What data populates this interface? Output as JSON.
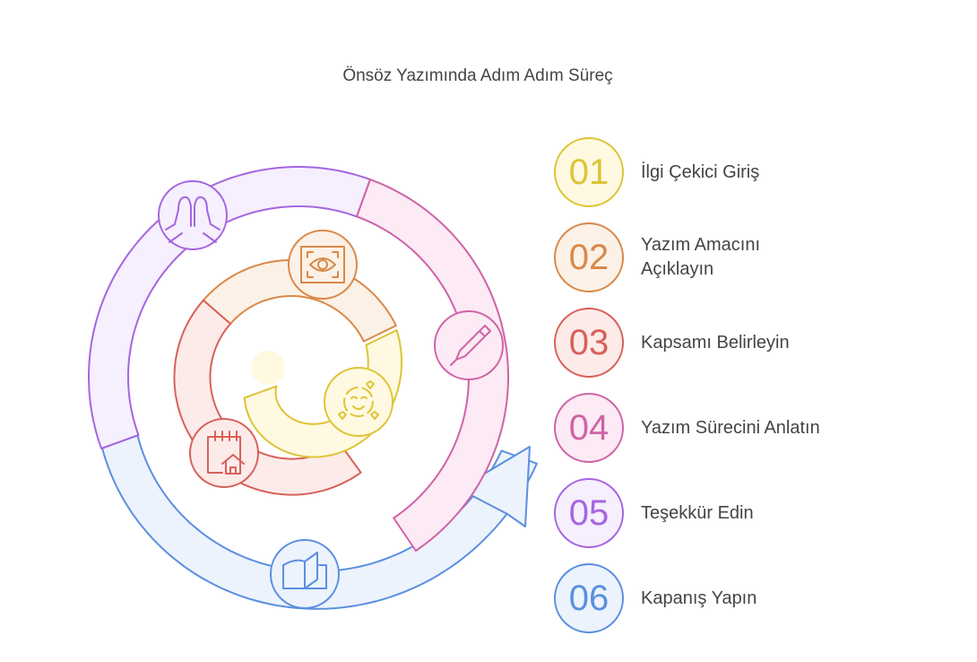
{
  "title": "Önsöz Yazımında Adım Adım Süreç",
  "steps": [
    {
      "number": "01",
      "label": "İlgi Çekici Giriş",
      "icon": "smile-hearts-icon",
      "color": "#DDC437",
      "fill": "#FEF9E0"
    },
    {
      "number": "02",
      "label": "Yazım Amacını Açıklayın",
      "icon": "eye-icon",
      "color": "#D8894A",
      "fill": "#FCF1E6"
    },
    {
      "number": "03",
      "label": "Kapsamı Belirleyin",
      "icon": "calendar-home-icon",
      "color": "#D8605A",
      "fill": "#FCEBE9"
    },
    {
      "number": "04",
      "label": "Yazım Sürecini Anlatın",
      "icon": "pencil-icon",
      "color": "#CF63A6",
      "fill": "#FCEAF5"
    },
    {
      "number": "05",
      "label": "Teşekkür Edin",
      "icon": "praying-hands-icon",
      "color": "#A665E0",
      "fill": "#F6EFFD"
    },
    {
      "number": "06",
      "label": "Kapanış Yapın",
      "icon": "book-icon",
      "color": "#5B8FE0",
      "fill": "#ECF3FD"
    }
  ]
}
